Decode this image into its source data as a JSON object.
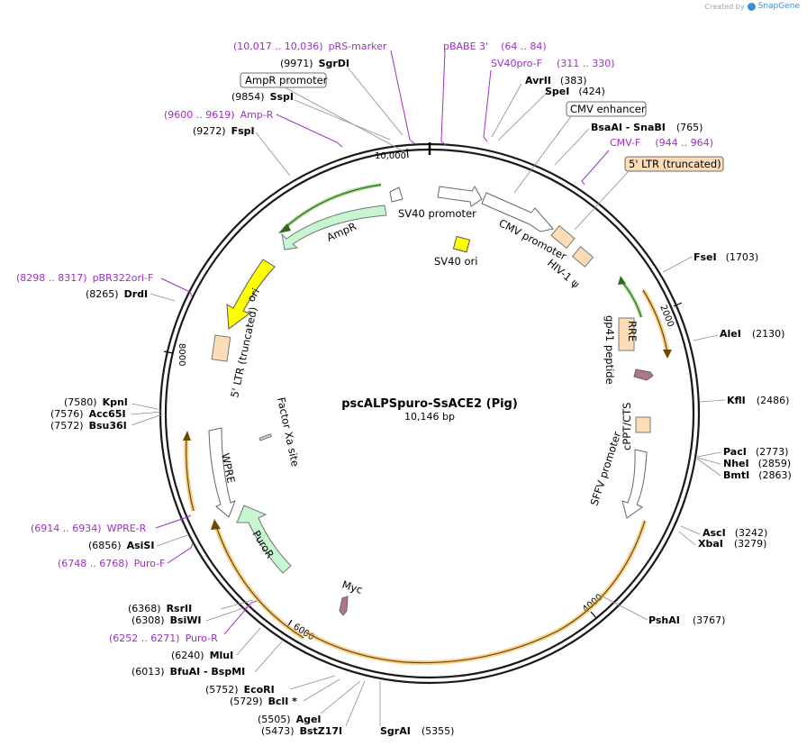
{
  "watermark": {
    "created_by": "Created by",
    "brand": "SnapGene"
  },
  "plasmid": {
    "name": "pscALPSpuro-SsACE2 (Pig)",
    "length_label": "10,146 bp"
  },
  "ticks": [
    "10,000",
    "2000",
    "4000",
    "6000",
    "8000"
  ],
  "sites": [
    {
      "pos": "(9971)",
      "name": "SgrDI"
    },
    {
      "pos": "(9854)",
      "name": "SspI"
    },
    {
      "pos": "(9272)",
      "name": "FspI"
    },
    {
      "pos": "(383)",
      "name": "AvrII"
    },
    {
      "pos": "(424)",
      "name": "SpeI"
    },
    {
      "pos": "(765)",
      "name": "BsaAI - SnaBI"
    },
    {
      "pos": "(1703)",
      "name": "FseI"
    },
    {
      "pos": "(2130)",
      "name": "AleI"
    },
    {
      "pos": "(2486)",
      "name": "KflI"
    },
    {
      "pos": "(2773)",
      "name": "PacI"
    },
    {
      "pos": "(2859)",
      "name": "NheI"
    },
    {
      "pos": "(2863)",
      "name": "BmtI"
    },
    {
      "pos": "(3242)",
      "name": "AscI"
    },
    {
      "pos": "(3279)",
      "name": "XbaI"
    },
    {
      "pos": "(3767)",
      "name": "PshAI"
    },
    {
      "pos": "(5355)",
      "name": "SgrAI"
    },
    {
      "pos": "(5473)",
      "name": "BstZ17I"
    },
    {
      "pos": "(5505)",
      "name": "AgeI"
    },
    {
      "pos": "(5729)",
      "name": "BclI *"
    },
    {
      "pos": "(5752)",
      "name": "EcoRI"
    },
    {
      "pos": "(6013)",
      "name": "BfuAI - BspMI"
    },
    {
      "pos": "(6240)",
      "name": "MluI"
    },
    {
      "pos": "(6308)",
      "name": "BsiWI"
    },
    {
      "pos": "(6368)",
      "name": "RsrII"
    },
    {
      "pos": "(6856)",
      "name": "AsiSI"
    },
    {
      "pos": "(7572)",
      "name": "Bsu36I"
    },
    {
      "pos": "(7576)",
      "name": "Acc65I"
    },
    {
      "pos": "(7580)",
      "name": "KpnI"
    },
    {
      "pos": "(8265)",
      "name": "DrdI"
    }
  ],
  "primers": [
    {
      "range": "(10,017 .. 10,036)",
      "name": "pRS-marker"
    },
    {
      "range": "(9600 .. 9619)",
      "name": "Amp-R"
    },
    {
      "range": "(64 .. 84)",
      "name": "pBABE 3'"
    },
    {
      "range": "(311 .. 330)",
      "name": "SV40pro-F"
    },
    {
      "range": "(944 .. 964)",
      "name": "CMV-F"
    },
    {
      "range": "(8298 .. 8317)",
      "name": "pBR322ori-F"
    },
    {
      "range": "(6914 .. 6934)",
      "name": "WPRE-R"
    },
    {
      "range": "(6748 .. 6768)",
      "name": "Puro-F"
    },
    {
      "range": "(6252 .. 6271)",
      "name": "Puro-R"
    }
  ],
  "boxed_labels": [
    "AmpR promoter",
    "CMV enhancer",
    "5' LTR (truncated)"
  ],
  "features": {
    "sv40_promoter": "SV40 promoter",
    "cmv_promoter": "CMV promoter",
    "ampr": "AmpR",
    "sv40_ori": "SV40 ori",
    "hiv1_psi": "HIV-1 ψ",
    "rre": "RRE",
    "gp41": "gp41 peptide",
    "cppt": "cPPT/CTS",
    "sffv": "SFFV promoter",
    "ori": "ori",
    "ltr5": "5' LTR (truncated)",
    "factor_xa": "Factor Xa site",
    "wpre": "WPRE",
    "puror": "PuroR",
    "myc": "Myc"
  }
}
